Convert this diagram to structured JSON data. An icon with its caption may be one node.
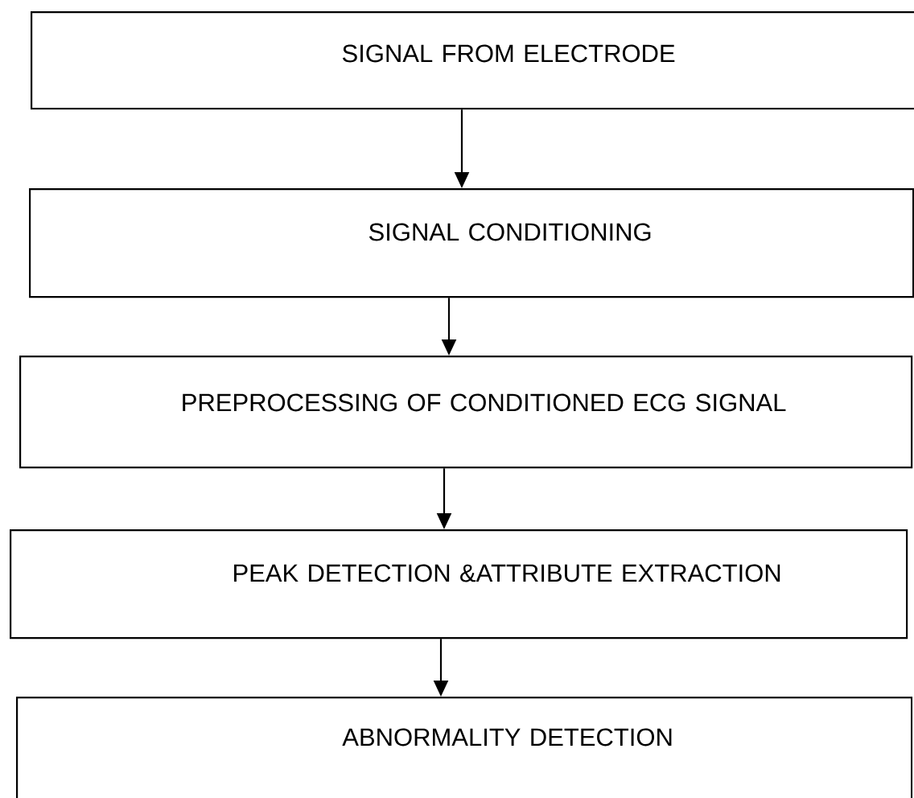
{
  "diagram": {
    "nodes": [
      {
        "text": [
          "SIGNAL FROM ELECTRODE"
        ]
      },
      {
        "text": [
          "SIGNAL CONDITIONING"
        ]
      },
      {
        "text": [
          "PREPROCESSING OF CONDITIONED ECG SIGNAL"
        ]
      },
      {
        "text": [
          "PEAK DETECTION &ATTRIBUTE EXTRACTION"
        ]
      },
      {
        "text": [
          "ABNORMALITY DETECTION"
        ]
      }
    ],
    "edges": [
      {
        "from": 0,
        "to": 1,
        "arrow": "to"
      },
      {
        "from": 1,
        "to": 2,
        "arrow": "to"
      },
      {
        "from": 2,
        "to": 3,
        "arrow": "to"
      },
      {
        "from": 3,
        "to": 4,
        "arrow": "to"
      }
    ]
  }
}
